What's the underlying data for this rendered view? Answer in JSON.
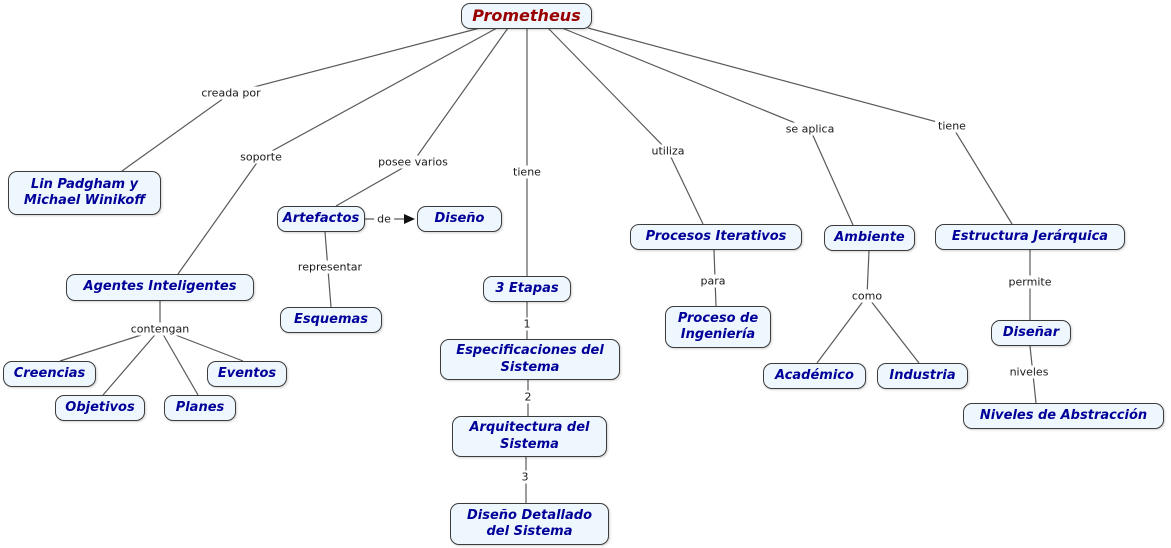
{
  "nodes": {
    "prometheus": "Prometheus",
    "lin_padgham": "Lin Padgham y\nMichael Winikoff",
    "agentes_inteligentes": "Agentes Inteligentes",
    "artefactos": "Artefactos",
    "diseno": "Diseño",
    "esquemas": "Esquemas",
    "creencias": "Creencias",
    "objetivos": "Objetivos",
    "eventos": "Eventos",
    "planes": "Planes",
    "tres_etapas": "3 Etapas",
    "especificaciones": "Especificaciones del\nSistema",
    "arquitectura": "Arquitectura del\nSistema",
    "diseno_detallado": "Diseño Detallado\ndel Sistema",
    "procesos_iterativos": "Procesos Iterativos",
    "proceso_ingenieria": "Proceso de\nIngeniería",
    "ambiente": "Ambiente",
    "academico": "Académico",
    "industria": "Industria",
    "estructura_jerarquica": "Estructura Jerárquica",
    "disenar": "Diseñar",
    "niveles_abstraccion": "Niveles de Abstracción"
  },
  "edges": {
    "creada_por": "creada por",
    "soporte": "soporte",
    "posee_varios": "posee varios",
    "tiene_etapas": "tiene",
    "utiliza": "utiliza",
    "se_aplica": "se aplica",
    "tiene_estructura": "tiene",
    "de": "de",
    "representar": "representar",
    "contengan": "contengan",
    "uno": "1",
    "dos": "2",
    "tres": "3",
    "para": "para",
    "como": "como",
    "permite": "permite",
    "niveles": "niveles"
  },
  "colors": {
    "node_fill": "#eef7fe",
    "node_border": "#3c3c3c",
    "node_text": "#000099",
    "title_text": "#990000",
    "line_color": "#5a5a5a",
    "label_text": "#1a1a1a"
  }
}
